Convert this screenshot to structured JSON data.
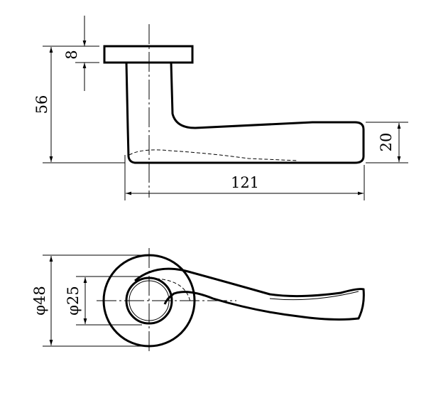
{
  "drawing": {
    "side_view": {
      "dimensions": {
        "rose_thickness": "8",
        "total_height": "56",
        "lever_height": "20",
        "lever_length": "121"
      }
    },
    "top_view": {
      "dimensions": {
        "rose_diameter": "φ48",
        "neck_diameter": "φ25"
      }
    }
  }
}
